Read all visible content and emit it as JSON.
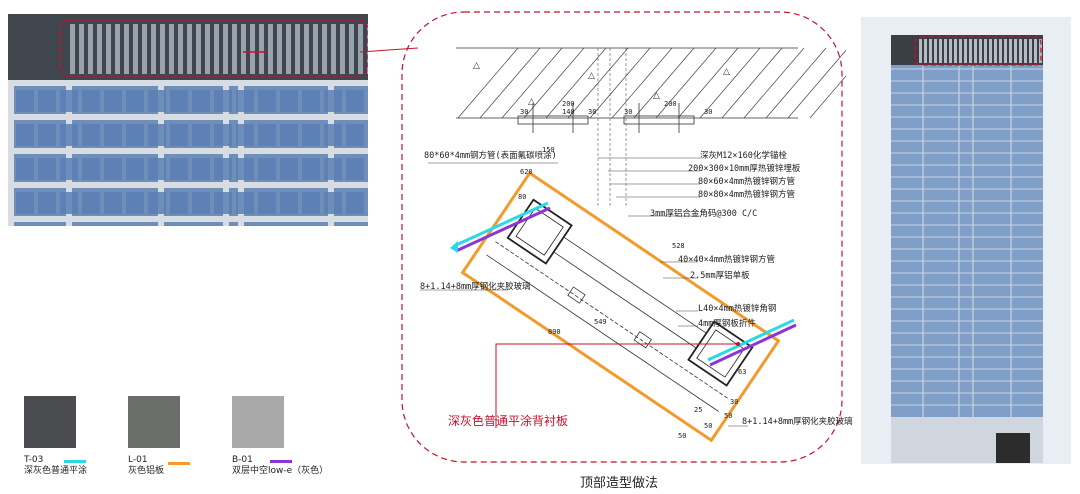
{
  "left_photo": {
    "alt": "facade-detail-view"
  },
  "right_photo": {
    "alt": "building-elevation"
  },
  "legend": [
    {
      "code": "T-03",
      "name": "深灰色普通平涂",
      "swatch": "#4a4c4f",
      "line": "#29d9e6"
    },
    {
      "code": "L-01",
      "name": "灰色铝板",
      "swatch": "#6b6d6a",
      "line": "#f39a2c"
    },
    {
      "code": "B-01",
      "name": "双层中空low-e（灰色）",
      "swatch": "#a9a9a9",
      "line": "#8a35d6"
    }
  ],
  "detail": {
    "caption": "顶部造型做法",
    "callout": "深灰色普通平涂背衬板",
    "labels": {
      "steel_tube_top": "80*60*4mm钢方管(表面氟碳喷涂)",
      "anchor": "深灰M12×160化学锚栓",
      "embed_plate": "200×300×10mm厚热镀锌埋板",
      "tube_80_60": "80×60×4mm热镀锌钢方管",
      "tube_80_80": "80×80×4mm热镀锌钢方管",
      "alu_keel": "3mm厚铝合金角码@300 C/C",
      "tube_40": "40×40×4mm热镀锌钢方管",
      "alu_panel": "2.5mm厚铝单板",
      "glass_left": "8+1.14+8mm厚钢化夹胶玻璃",
      "angle_40": "L40×4mm热镀锌角钢",
      "plate_4mm": "4mm厚钢板折件",
      "glass_bottom": "8+1.14+8mm厚钢化夹胶玻璃"
    },
    "dims": {
      "d200a": "200",
      "d140": "140",
      "d30a": "30",
      "d30b": "30",
      "d30c": "30",
      "d200b": "200",
      "d30d": "30",
      "d150": "150",
      "d620": "620",
      "d80": "80",
      "d528": "528",
      "d549": "549",
      "d890": "890",
      "d63": "63",
      "d50a": "50",
      "d50b": "50",
      "d50c": "50",
      "d25": "25",
      "d30e": "30"
    }
  },
  "colors": {
    "callout_red": "#c8102e",
    "frame_dash": "#c8102e",
    "orange": "#f39a2c",
    "cyan": "#29d9e6",
    "purple": "#8a35d6"
  }
}
